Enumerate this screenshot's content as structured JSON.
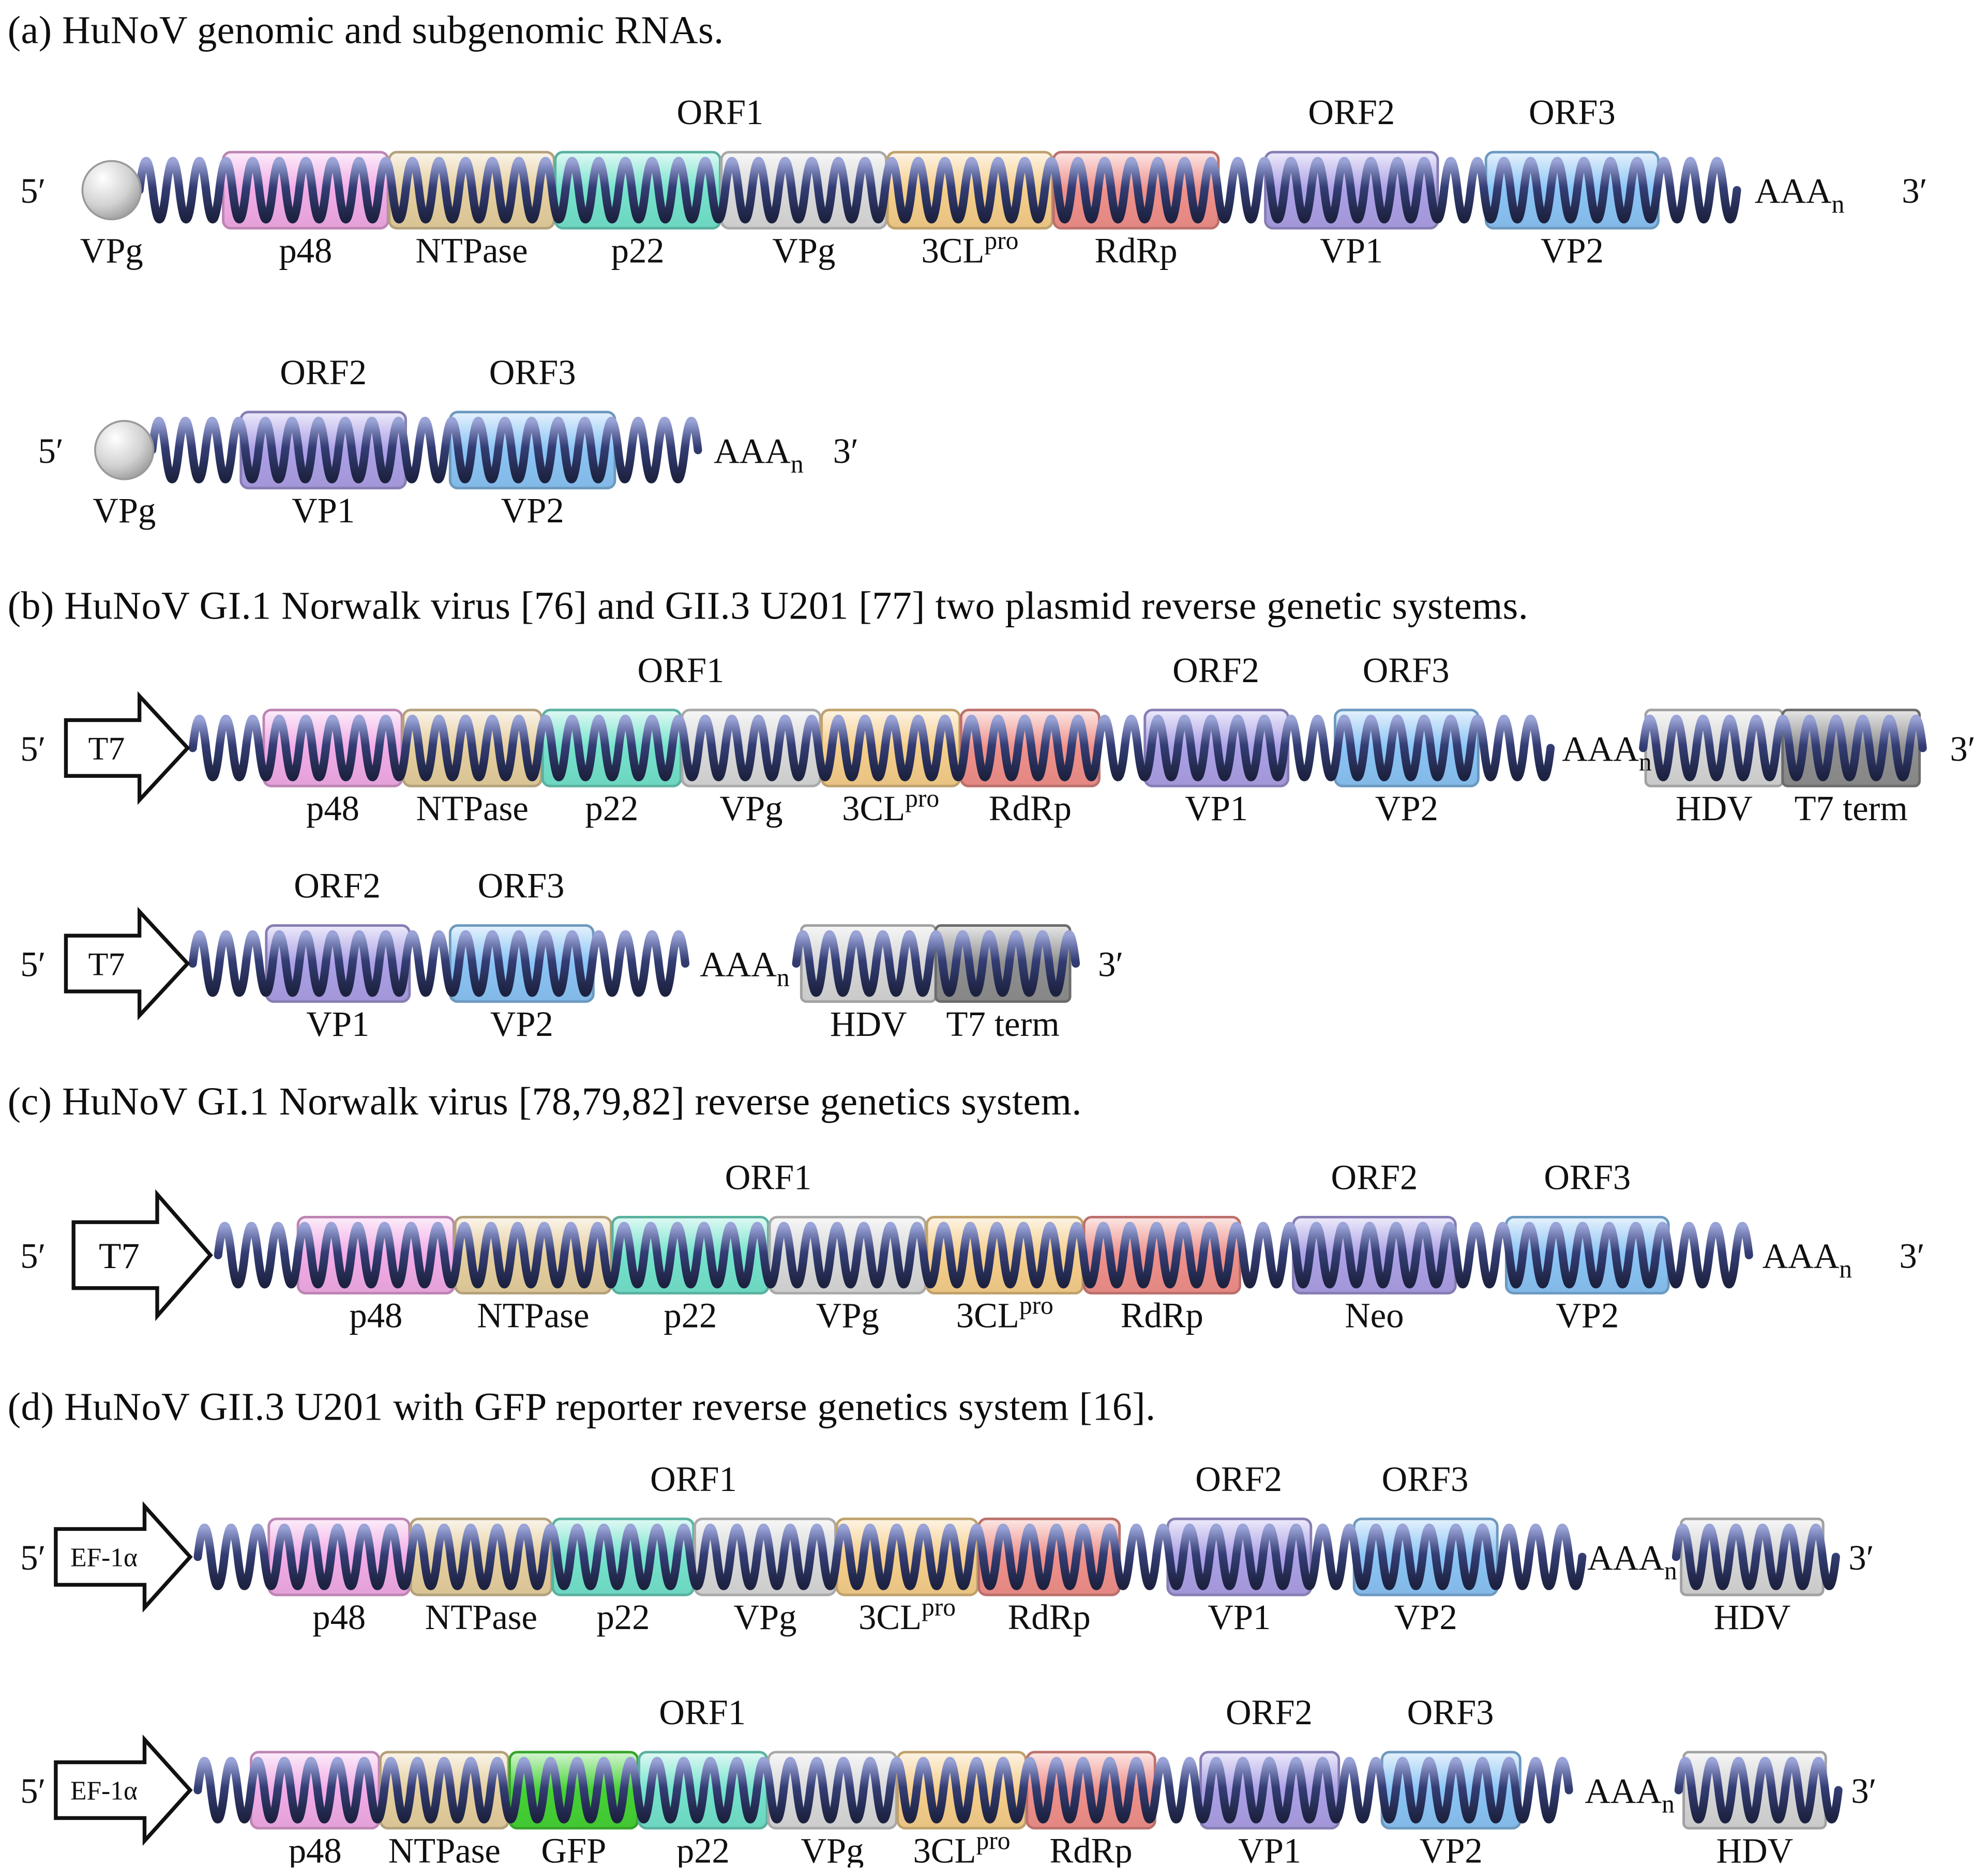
{
  "panels": [
    {
      "key": "a",
      "title": "(a) HuNoV genomic and subgenomic RNAs.",
      "rows": [
        {
          "id": "a1",
          "five": "5′",
          "three": "3′",
          "poly_a": "AAA",
          "poly_a_sub": "n",
          "leader": {
            "kind": "ball",
            "label": "VPg"
          },
          "orf_labels": [
            "ORF1",
            "ORF2",
            "ORF3"
          ],
          "segments": [
            {
              "label": "p48",
              "color": "pink"
            },
            {
              "label": "NTPase",
              "color": "tan"
            },
            {
              "label": "p22",
              "color": "teal"
            },
            {
              "label": "VPg",
              "color": "gray"
            },
            {
              "label": "3CL",
              "sup": "pro",
              "color": "orange"
            },
            {
              "label": "RdRp",
              "color": "red"
            },
            {
              "label": "VP1",
              "color": "purple"
            },
            {
              "label": "VP2",
              "color": "blue"
            }
          ],
          "trailers": []
        },
        {
          "id": "a2",
          "five": "5′",
          "three": "3′",
          "poly_a": "AAA",
          "poly_a_sub": "n",
          "leader": {
            "kind": "ball",
            "label": "VPg"
          },
          "orf_labels": [
            "ORF2",
            "ORF3"
          ],
          "segments": [
            {
              "label": "VP1",
              "color": "purple"
            },
            {
              "label": "VP2",
              "color": "blue"
            }
          ],
          "trailers": []
        }
      ]
    },
    {
      "key": "b",
      "title": "(b) HuNoV GI.1 Norwalk virus [76] and GII.3 U201 [77] two plasmid reverse genetic systems.",
      "rows": [
        {
          "id": "b1",
          "five": "5′",
          "three": "3′",
          "poly_a": "AAA",
          "poly_a_sub": "n",
          "leader": {
            "kind": "promoter",
            "label": "T7"
          },
          "orf_labels": [
            "ORF1",
            "ORF2",
            "ORF3"
          ],
          "segments": [
            {
              "label": "p48",
              "color": "pink"
            },
            {
              "label": "NTPase",
              "color": "tan"
            },
            {
              "label": "p22",
              "color": "teal"
            },
            {
              "label": "VPg",
              "color": "gray"
            },
            {
              "label": "3CL",
              "sup": "pro",
              "color": "orange"
            },
            {
              "label": "RdRp",
              "color": "red"
            },
            {
              "label": "VP1",
              "color": "purple"
            },
            {
              "label": "VP2",
              "color": "blue"
            }
          ],
          "trailers": [
            {
              "label": "HDV",
              "color": "hdv"
            },
            {
              "label": "T7 term",
              "color": "t7term"
            }
          ]
        },
        {
          "id": "b2",
          "five": "5′",
          "three": "3′",
          "poly_a": "AAA",
          "poly_a_sub": "n",
          "leader": {
            "kind": "promoter",
            "label": "T7"
          },
          "orf_labels": [
            "ORF2",
            "ORF3"
          ],
          "segments": [
            {
              "label": "VP1",
              "color": "purple"
            },
            {
              "label": "VP2",
              "color": "blue"
            }
          ],
          "trailers": [
            {
              "label": "HDV",
              "color": "hdv"
            },
            {
              "label": "T7 term",
              "color": "t7term"
            }
          ]
        }
      ]
    },
    {
      "key": "c",
      "title": "(c) HuNoV GI.1 Norwalk virus [78,79,82] reverse genetics system.",
      "rows": [
        {
          "id": "c1",
          "five": "5′",
          "three": "3′",
          "poly_a": "AAA",
          "poly_a_sub": "n",
          "leader": {
            "kind": "promoter",
            "label": "T7"
          },
          "orf_labels": [
            "ORF1",
            "ORF2",
            "ORF3"
          ],
          "segments": [
            {
              "label": "p48",
              "color": "pink"
            },
            {
              "label": "NTPase",
              "color": "tan"
            },
            {
              "label": "p22",
              "color": "teal"
            },
            {
              "label": "VPg",
              "color": "gray"
            },
            {
              "label": "3CL",
              "sup": "pro",
              "color": "orange"
            },
            {
              "label": "RdRp",
              "color": "red"
            },
            {
              "label": "Neo",
              "color": "purple"
            },
            {
              "label": "VP2",
              "color": "blue"
            }
          ],
          "trailers": []
        }
      ]
    },
    {
      "key": "d",
      "title": "(d) HuNoV GII.3 U201 with GFP reporter reverse genetics system [16].",
      "rows": [
        {
          "id": "d1",
          "five": "5′",
          "three": "3′",
          "poly_a": "AAA",
          "poly_a_sub": "n",
          "leader": {
            "kind": "promoter",
            "label": "EF-1α"
          },
          "orf_labels": [
            "ORF1",
            "ORF2",
            "ORF3"
          ],
          "segments": [
            {
              "label": "p48",
              "color": "pink"
            },
            {
              "label": "NTPase",
              "color": "tan"
            },
            {
              "label": "p22",
              "color": "teal"
            },
            {
              "label": "VPg",
              "color": "gray"
            },
            {
              "label": "3CL",
              "sup": "pro",
              "color": "orange"
            },
            {
              "label": "RdRp",
              "color": "red"
            },
            {
              "label": "VP1",
              "color": "purple"
            },
            {
              "label": "VP2",
              "color": "blue"
            }
          ],
          "trailers": [
            {
              "label": "HDV",
              "color": "hdv"
            }
          ]
        },
        {
          "id": "d2",
          "five": "5′",
          "three": "3′",
          "poly_a": "AAA",
          "poly_a_sub": "n",
          "leader": {
            "kind": "promoter",
            "label": "EF-1α"
          },
          "orf_labels": [
            "ORF1",
            "ORF2",
            "ORF3"
          ],
          "segments": [
            {
              "label": "p48",
              "color": "pink"
            },
            {
              "label": "NTPase",
              "color": "tan"
            },
            {
              "label": "GFP",
              "color": "green"
            },
            {
              "label": "p22",
              "color": "teal"
            },
            {
              "label": "VPg",
              "color": "gray"
            },
            {
              "label": "3CL",
              "sup": "pro",
              "color": "orange"
            },
            {
              "label": "RdRp",
              "color": "red"
            },
            {
              "label": "VP1",
              "color": "purple"
            },
            {
              "label": "VP2",
              "color": "blue"
            }
          ],
          "trailers": [
            {
              "label": "HDV",
              "color": "hdv"
            }
          ]
        }
      ]
    }
  ],
  "colors": {
    "pink": "#F2ABE6",
    "tan": "#E6CF9E",
    "teal": "#74E3CC",
    "gray": "#D9D9D9",
    "orange": "#F6CE8A",
    "red": "#F0908A",
    "purple": "#ACA0E6",
    "blue": "#8AC4F5",
    "green": "#45D335",
    "hdv": "#D6D6D6",
    "t7term": "#8F8F8F",
    "wave_dark": "#343E75",
    "wave_light": "#9AA3D6"
  }
}
